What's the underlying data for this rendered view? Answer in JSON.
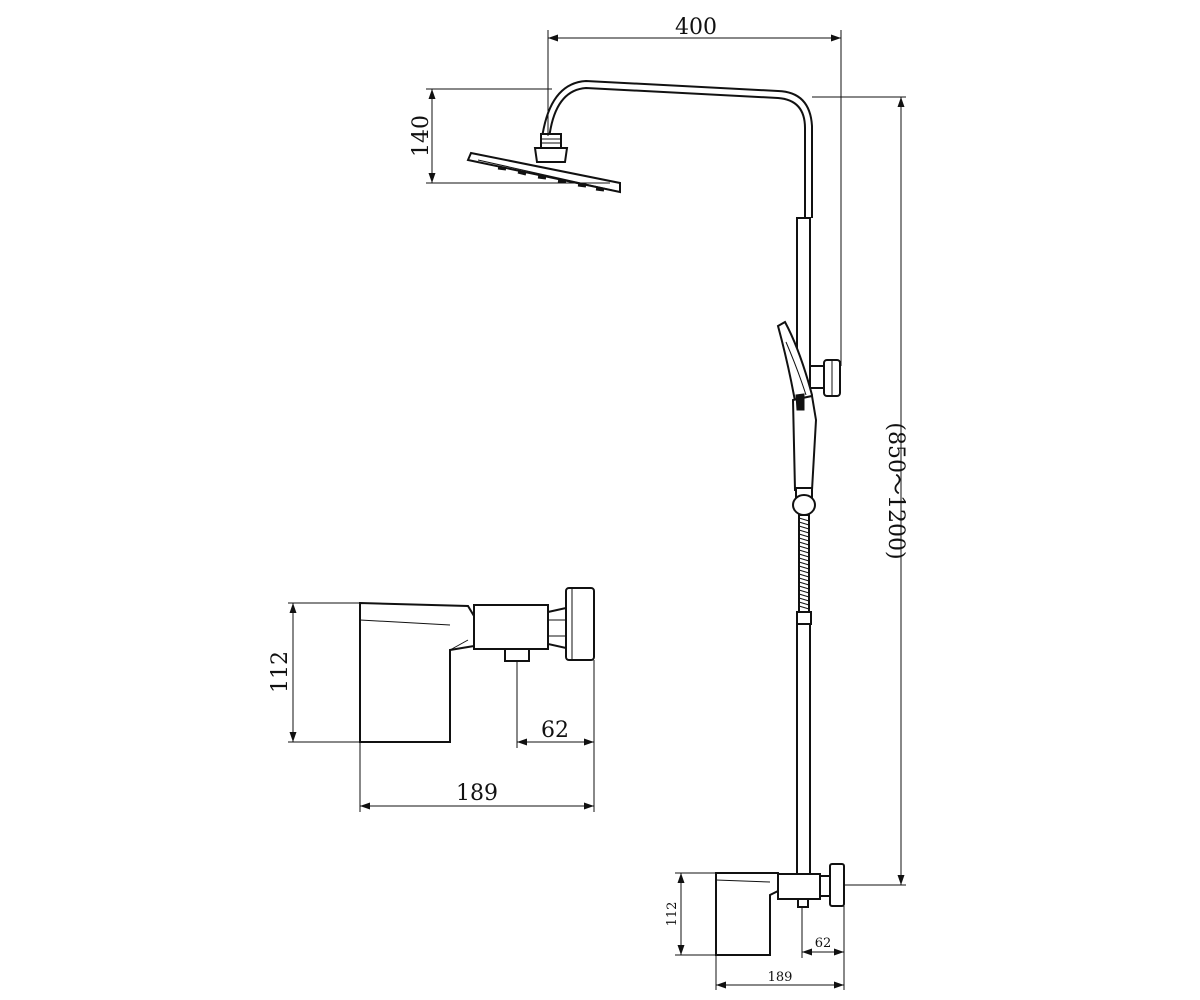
{
  "dimensions": {
    "arm_length": "400",
    "head_height": "140",
    "rail_height": "(850～1200)",
    "mixer_detail_height": "112",
    "mixer_detail_depth": "62",
    "mixer_detail_width": "189",
    "mixer_height": "112",
    "mixer_depth": "62",
    "mixer_width": "189"
  }
}
